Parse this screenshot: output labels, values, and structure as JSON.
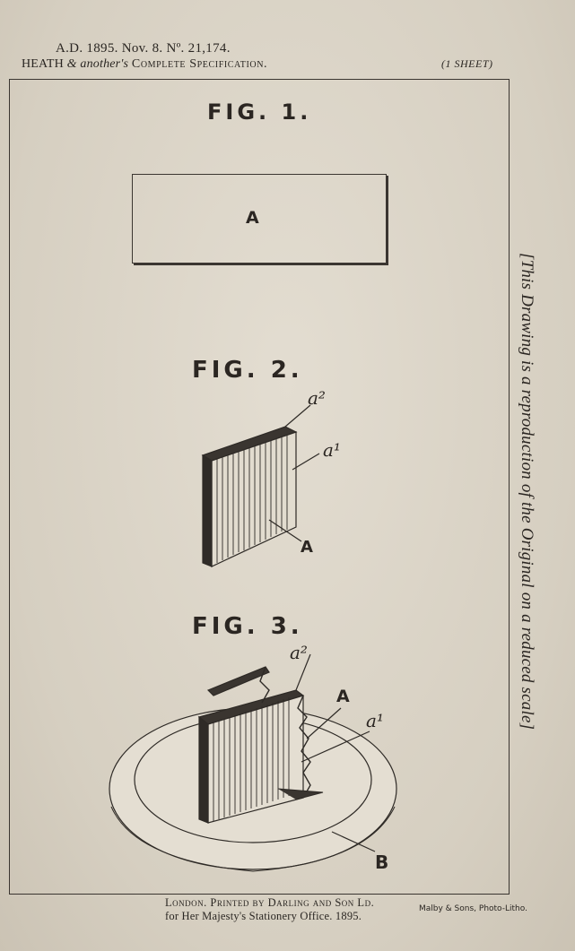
{
  "header": {
    "line1": "A.D. 1895. Nov. 8. Nº. 21,174.",
    "applicant": "HEATH",
    "applicant_suffix": "& another's",
    "spec_type": "Complete Specification.",
    "sheet_note": "(1 SHEET)"
  },
  "figures": [
    {
      "title": "FIG. 1.",
      "labels": [
        "A"
      ]
    },
    {
      "title": "FIG. 2.",
      "labels": [
        "a²",
        "a¹",
        "A"
      ]
    },
    {
      "title": "FIG. 3.",
      "labels": [
        "a²",
        "A",
        "a¹",
        "B"
      ]
    }
  ],
  "side_note": "[This Drawing is a reproduction of the Original on a reduced scale]",
  "footer": {
    "printer_line": "London. Printed by Darling and Son Ld.",
    "office_line": "for Her Majesty's Stationery Office. 1895.",
    "lithographer": "Malby & Sons, Photo-Litho."
  }
}
